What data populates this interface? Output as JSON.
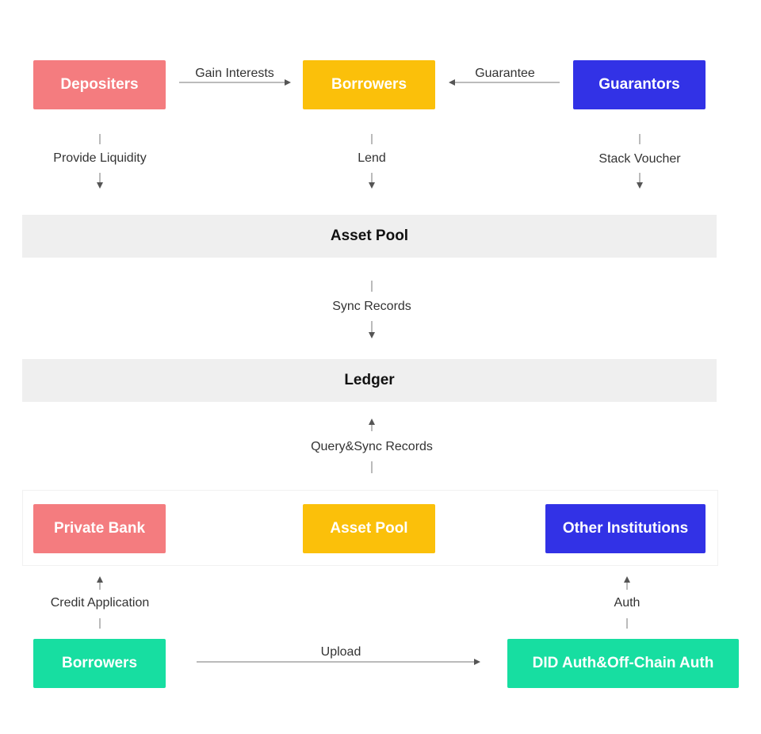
{
  "top_row": {
    "depositers": "Depositers",
    "borrowers": "Borrowers",
    "guarantors": "Guarantors"
  },
  "edges_top": {
    "gain_interests": "Gain Interests",
    "guarantee": "Guarantee",
    "provide_liquidity": "Provide Liquidity",
    "lend": "Lend",
    "stack_voucher": "Stack Voucher"
  },
  "asset_pool_bar": "Asset Pool",
  "sync_records": "Sync Records",
  "ledger_bar": "Ledger",
  "query_sync_records": "Query&Sync Records",
  "institutions_row": {
    "private_bank": "Private Bank",
    "asset_pool": "Asset Pool",
    "other_institutions": "Other Institutions"
  },
  "edges_bottom": {
    "credit_application": "Credit Application",
    "auth": "Auth",
    "upload": "Upload"
  },
  "bottom_row": {
    "borrowers": "Borrowers",
    "did_auth": "DID Auth&Off-Chain Auth"
  },
  "colors": {
    "pink": "#f47c7f",
    "yellow": "#fbc00a",
    "blue": "#3232e6",
    "green": "#17dea1",
    "bar_gray": "#efefef"
  }
}
